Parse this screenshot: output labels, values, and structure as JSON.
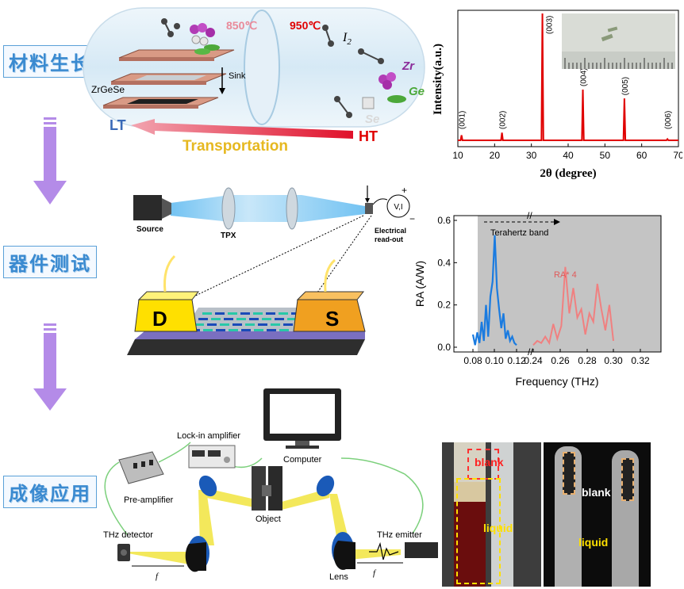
{
  "stages": {
    "growth": "材料生长",
    "device": "器件测试",
    "imaging": "成像应用"
  },
  "growth": {
    "temp_low": "850℃",
    "temp_high": "950℃",
    "sink": "Sink",
    "crystal": "ZrGeSe",
    "i2": "I",
    "i2_sub": "2",
    "zr": "Zr",
    "ge": "Ge",
    "se": "Se",
    "lt": "LT",
    "ht": "HT",
    "transport": "Transportation"
  },
  "setup": {
    "source": "Source",
    "tpx": "TPX",
    "readout1": "Electrical",
    "readout2": "read-out",
    "meter": "V,I",
    "plus": "+",
    "minus": "−",
    "drain": "D",
    "src_contact": "S"
  },
  "imaging": {
    "lockin": "Lock-in amplifier",
    "computer": "Computer",
    "preamp": "Pre-amplifier",
    "object": "Object",
    "detector": "THz detector",
    "emitter": "THz emitter",
    "lens": "Lens",
    "f": "f"
  },
  "photos": {
    "blank": "blank",
    "liquid": "liquid"
  },
  "colors": {
    "accent_blue": "#3a8ad0",
    "arrow_purple": "#b48be8",
    "xrd_red": "#e00000",
    "resp_blue": "#1a7be0",
    "resp_pink": "#f08080",
    "gray_band": "#c4c4c4"
  },
  "chart_data": [
    {
      "type": "line",
      "title": "",
      "xlabel": "2θ (degree)",
      "ylabel": "Intensity(a.u.)",
      "xlim": [
        10,
        70
      ],
      "xticks": [
        10,
        20,
        30,
        40,
        50,
        60,
        70
      ],
      "peaks": [
        {
          "label": "(001)",
          "x": 11.0,
          "y": 0.04
        },
        {
          "label": "(002)",
          "x": 22.0,
          "y": 0.06
        },
        {
          "label": "(003)",
          "x": 33.0,
          "y": 1.0
        },
        {
          "label": "(004)",
          "x": 44.0,
          "y": 0.4
        },
        {
          "label": "(005)",
          "x": 55.3,
          "y": 0.33
        },
        {
          "label": "(006)",
          "x": 67.0,
          "y": 0.01
        }
      ],
      "inset": "crystal photo on ruler"
    },
    {
      "type": "line",
      "xlabel": "Frequency (THz)",
      "ylabel": "RA (A/W)",
      "ylim": [
        0,
        0.6
      ],
      "yticks": [
        0.0,
        0.2,
        0.4,
        0.6
      ],
      "xticks": [
        "0.08",
        "0.10",
        "0.12",
        "0.24",
        "0.26",
        "0.28",
        "0.30",
        "0.32"
      ],
      "band_label": "Terahertz band",
      "scaled_label": "RA* 4",
      "series": [
        {
          "name": "",
          "x": [
            0.08,
            0.082,
            0.084,
            0.086,
            0.088,
            0.09,
            0.092,
            0.094,
            0.096,
            0.098,
            0.1,
            0.102,
            0.104,
            0.106,
            0.108,
            0.11,
            0.112,
            0.114,
            0.116,
            0.118,
            0.12
          ],
          "y": [
            0.06,
            0.01,
            0.07,
            0.02,
            0.12,
            0.03,
            0.2,
            0.05,
            0.24,
            0.31,
            0.53,
            0.28,
            0.18,
            0.09,
            0.16,
            0.04,
            0.08,
            0.03,
            0.05,
            0.02,
            0.01
          ]
        },
        {
          "name": "RA* 4",
          "x": [
            0.24,
            0.243,
            0.246,
            0.249,
            0.252,
            0.255,
            0.258,
            0.261,
            0.264,
            0.267,
            0.27,
            0.273,
            0.276,
            0.279,
            0.282,
            0.285,
            0.288,
            0.291,
            0.294,
            0.297,
            0.3
          ],
          "y": [
            0.01,
            0.03,
            0.02,
            0.05,
            0.02,
            0.11,
            0.04,
            0.1,
            0.38,
            0.16,
            0.28,
            0.14,
            0.18,
            0.06,
            0.16,
            0.12,
            0.3,
            0.18,
            0.08,
            0.2,
            0.03
          ]
        }
      ]
    }
  ]
}
